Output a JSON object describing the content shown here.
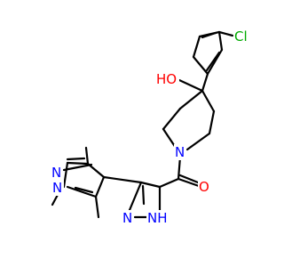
{
  "molecule": {
    "atoms": {
      "cl": {
        "text": "Cl"
      },
      "oh": {
        "text": "HO"
      },
      "n_pip": {
        "text": "N"
      },
      "o_carbonyl": {
        "text": "O"
      },
      "nh": {
        "text": "NH"
      },
      "n_pz_a": {
        "text": "N"
      },
      "n_tmp_a": {
        "text": "N"
      },
      "n_tmp_b": {
        "text": "N"
      }
    }
  },
  "colors": {
    "bond": "#000000",
    "carbon": "#000000",
    "nitrogen": "#0000FF",
    "oxygen": "#FF0000",
    "chlorine": "#00AA00",
    "background": "#FFFFFF"
  }
}
